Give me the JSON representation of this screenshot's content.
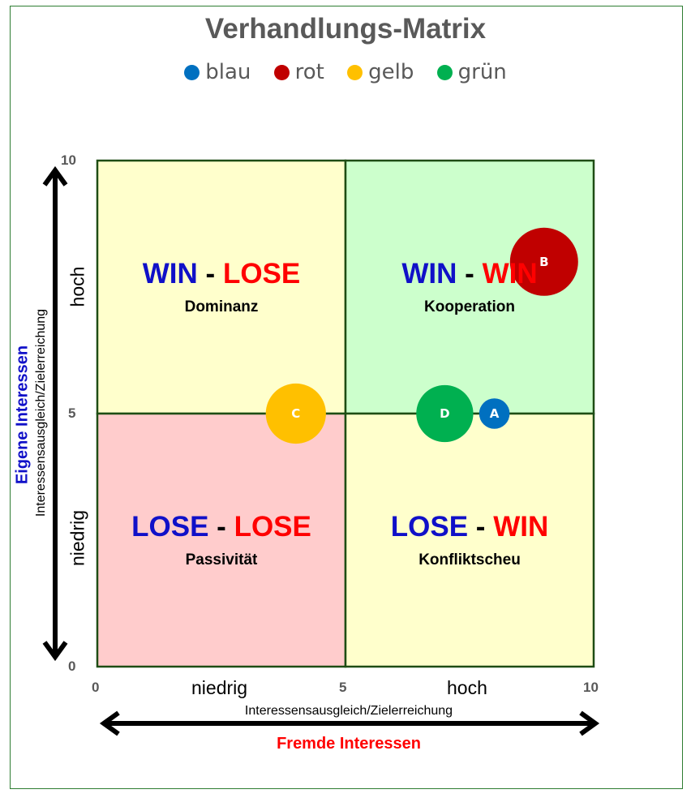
{
  "chart_data": {
    "type": "scatter",
    "title": "Verhandlungs-Matrix",
    "legend": [
      {
        "label": "blau",
        "color": "#0070c0"
      },
      {
        "label": "rot",
        "color": "#c00000"
      },
      {
        "label": "gelb",
        "color": "#ffc000"
      },
      {
        "label": "grün",
        "color": "#00b050"
      }
    ],
    "legend_position": "top",
    "xlim": [
      0,
      10
    ],
    "ylim": [
      0,
      10
    ],
    "x_ticks": [
      "0",
      "5",
      "10"
    ],
    "y_ticks": [
      "0",
      "5",
      "10"
    ],
    "xlabel": "Fremde Interessen",
    "xlabel_sub": "Interessensausgleich/Zielerreichung",
    "ylabel": "Eigene Interessen",
    "ylabel_sub": "Interessensausgleich/Zielerreichung",
    "x_low": "niedrig",
    "x_high": "hoch",
    "y_low": "niedrig",
    "y_high": "hoch",
    "quadrants": [
      {
        "left": "WIN",
        "sep": "-",
        "right": "LOSE",
        "sub": "Dominanz",
        "fill": "#ffffcc"
      },
      {
        "left": "WIN",
        "sep": "-",
        "right": "WIN",
        "sub": "Kooperation",
        "fill": "#ccffcc"
      },
      {
        "left": "LOSE",
        "sep": "-",
        "right": "LOSE",
        "sub": "Passivität",
        "fill": "#ffcccc"
      },
      {
        "left": "LOSE",
        "sep": "-",
        "right": "WIN",
        "sub": "Konfliktscheu",
        "fill": "#ffffcc"
      }
    ],
    "points": [
      {
        "label": "A",
        "x": 8,
        "y": 5,
        "size": 1,
        "color": "#0070c0"
      },
      {
        "label": "B",
        "x": 9,
        "y": 8,
        "size": 5,
        "color": "#c00000"
      },
      {
        "label": "C",
        "x": 4,
        "y": 5,
        "size": 3.9,
        "color": "#ffc000"
      },
      {
        "label": "D",
        "x": 7,
        "y": 5,
        "size": 3.5,
        "color": "#00b050"
      }
    ]
  }
}
